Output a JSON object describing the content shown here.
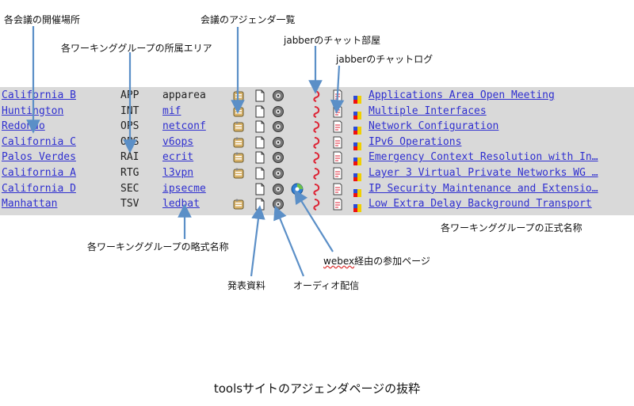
{
  "annotations": {
    "venue": "各会議の開催場所",
    "agenda": "会議のアジェンダ一覧",
    "area": "各ワーキンググループの所属エリア",
    "jabber_room": "jabberのチャット部屋",
    "jabber_log": "jabberのチャットログ",
    "official_name": "各ワーキンググループの正式名称",
    "short_name": "各ワーキンググループの略式名称",
    "webex_prefix": "webex",
    "webex_suffix": "経由の参加ページ",
    "slides": "発表資料",
    "audio": "オーディオ配信"
  },
  "rows": [
    {
      "location": "California B",
      "area": "APP",
      "acronym": "apparea",
      "acronym_link": false,
      "name": "Applications Area Open Meeting",
      "has_agenda": true,
      "has_webex": false
    },
    {
      "location": "Huntington",
      "area": "INT",
      "acronym": "mif",
      "acronym_link": true,
      "name": "Multiple Interfaces",
      "has_agenda": true,
      "has_webex": false
    },
    {
      "location": "Redondo",
      "area": "OPS",
      "acronym": "netconf",
      "acronym_link": true,
      "name": "Network Configuration",
      "has_agenda": true,
      "has_webex": false
    },
    {
      "location": "California C",
      "area": "OPS",
      "acronym": "v6ops",
      "acronym_link": true,
      "name": "IPv6 Operations",
      "has_agenda": true,
      "has_webex": false
    },
    {
      "location": "Palos Verdes",
      "area": "RAI",
      "acronym": "ecrit",
      "acronym_link": true,
      "name": "Emergency Context Resolution with In…",
      "has_agenda": true,
      "has_webex": false
    },
    {
      "location": "California A",
      "area": "RTG",
      "acronym": "l3vpn",
      "acronym_link": true,
      "name": "Layer 3 Virtual Private Networks WG …",
      "has_agenda": true,
      "has_webex": false
    },
    {
      "location": "California D",
      "area": "SEC",
      "acronym": "ipsecme",
      "acronym_link": true,
      "name": "IP Security Maintenance and Extensio…",
      "has_agenda": false,
      "has_webex": true
    },
    {
      "location": "Manhattan",
      "area": "TSV",
      "acronym": "ledbat",
      "acronym_link": true,
      "name": "Low Extra Delay Background Transport",
      "has_agenda": true,
      "has_webex": false
    }
  ],
  "caption": "toolsサイトのアジェンダページの抜粋"
}
